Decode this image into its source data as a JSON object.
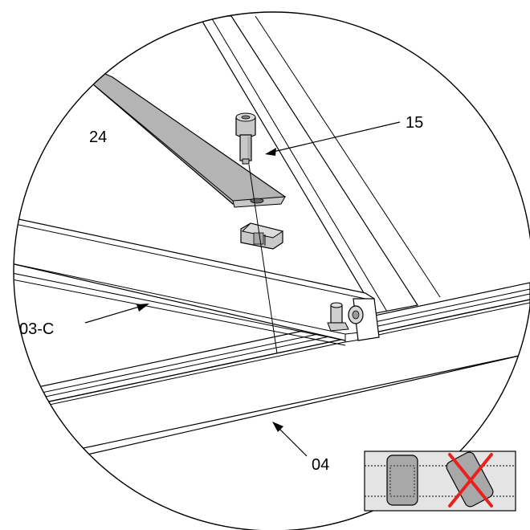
{
  "callouts": {
    "bolt": "15",
    "strap": "24",
    "rail_upper": "03-C",
    "rail_lower": "04"
  }
}
